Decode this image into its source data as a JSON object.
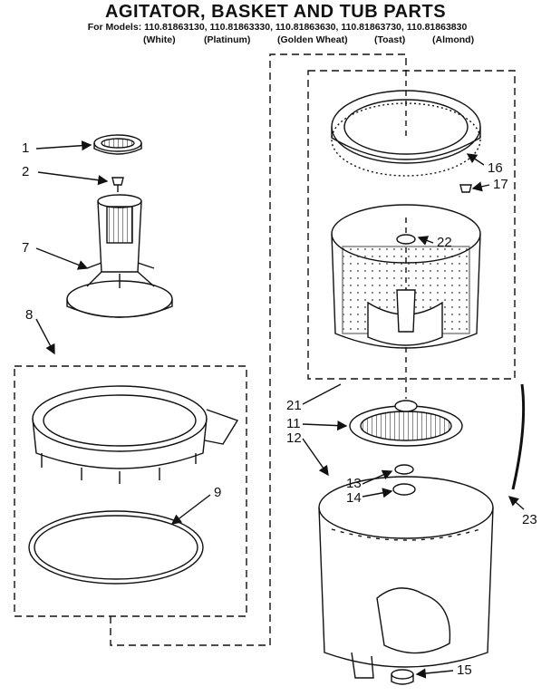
{
  "header": {
    "title": "AGITATOR, BASKET AND TUB PARTS",
    "models": "For Models: 110.81863130, 110.81863330, 110.81863630, 110.81863730, 110.81863830",
    "colors": [
      "(White)",
      "(Platinum)",
      "(Golden Wheat)",
      "(Toast)",
      "(Almond)"
    ]
  },
  "callouts": [
    "1",
    "2",
    "7",
    "8",
    "9",
    "16",
    "17",
    "22",
    "21",
    "11",
    "12",
    "13",
    "14",
    "23",
    "15"
  ],
  "colors": {
    "line": "#111111",
    "background": "#ffffff"
  }
}
